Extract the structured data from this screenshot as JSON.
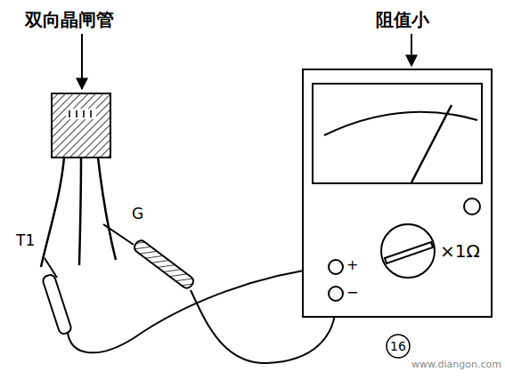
{
  "diagram": {
    "labels": [
      "双向晶闸管",
      "阻值小",
      "T1",
      "G",
      "×1Ω",
      "+",
      "−",
      "16",
      "www.diangon.com"
    ]
  }
}
